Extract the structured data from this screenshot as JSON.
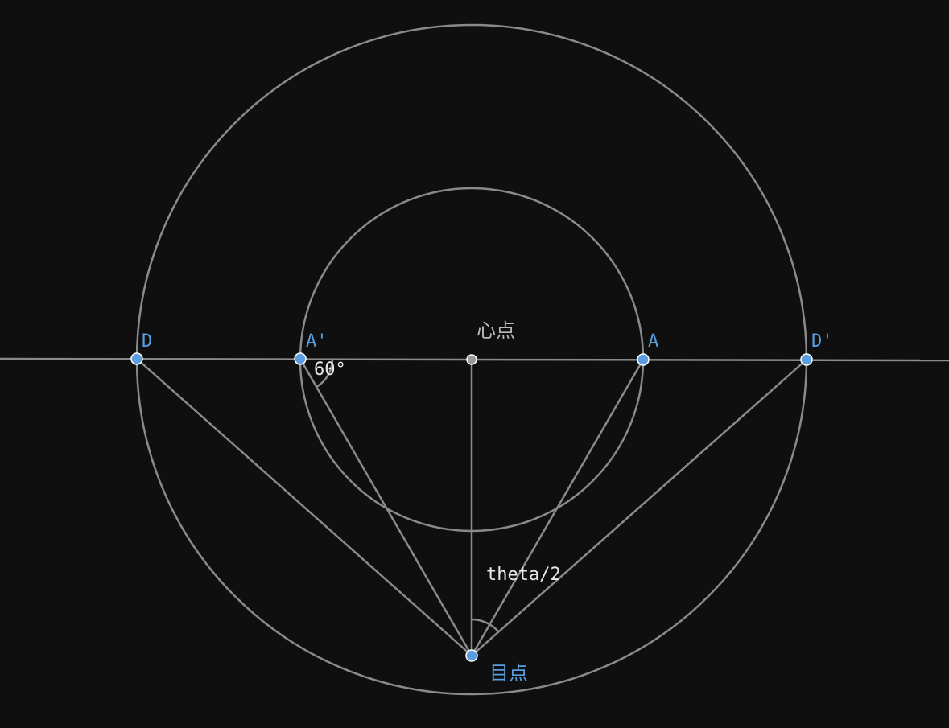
{
  "points": {
    "D": {
      "label": "D",
      "color": "#5a9ee0"
    },
    "A_prime": {
      "label": "A'",
      "color": "#5a9ee0"
    },
    "A": {
      "label": "A",
      "color": "#5a9ee0"
    },
    "D_prime": {
      "label": "D'",
      "color": "#5a9ee0"
    },
    "center": {
      "label": "心点",
      "color": "#9a9a9a"
    },
    "target": {
      "label": "目点",
      "color": "#5a9ee0"
    }
  },
  "angles": {
    "angle_at_a_prime": {
      "label": "60°"
    },
    "angle_at_target": {
      "label": "theta/2"
    }
  },
  "colors": {
    "background": "#0f0f0f",
    "line": "#8a8a8a",
    "accent": "#5a9ee0"
  }
}
